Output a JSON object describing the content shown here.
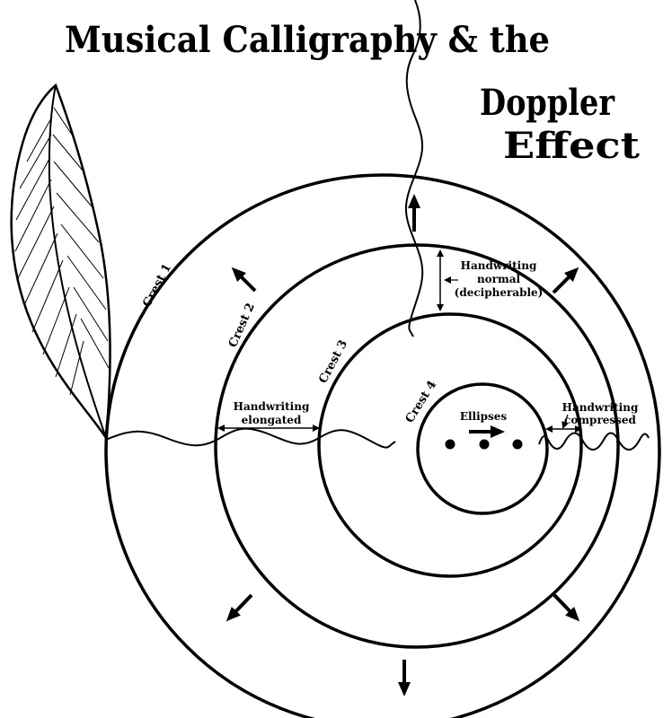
{
  "title": {
    "line1": "Musical Calligraphy & the",
    "line2": "Doppler",
    "line3": "Effect"
  },
  "crests": [
    "Crest 1",
    "Crest 2",
    "Crest 3",
    "Crest 4"
  ],
  "labels": {
    "normal": [
      "Handwriting",
      "normal",
      "(decipherable)"
    ],
    "elongated": [
      "Handwriting",
      "elongated"
    ],
    "compressed": [
      "Handwriting",
      "compressed"
    ],
    "ellipses": "Ellipses"
  },
  "colors": {
    "ink": "#000000",
    "background": "#ffffff"
  }
}
